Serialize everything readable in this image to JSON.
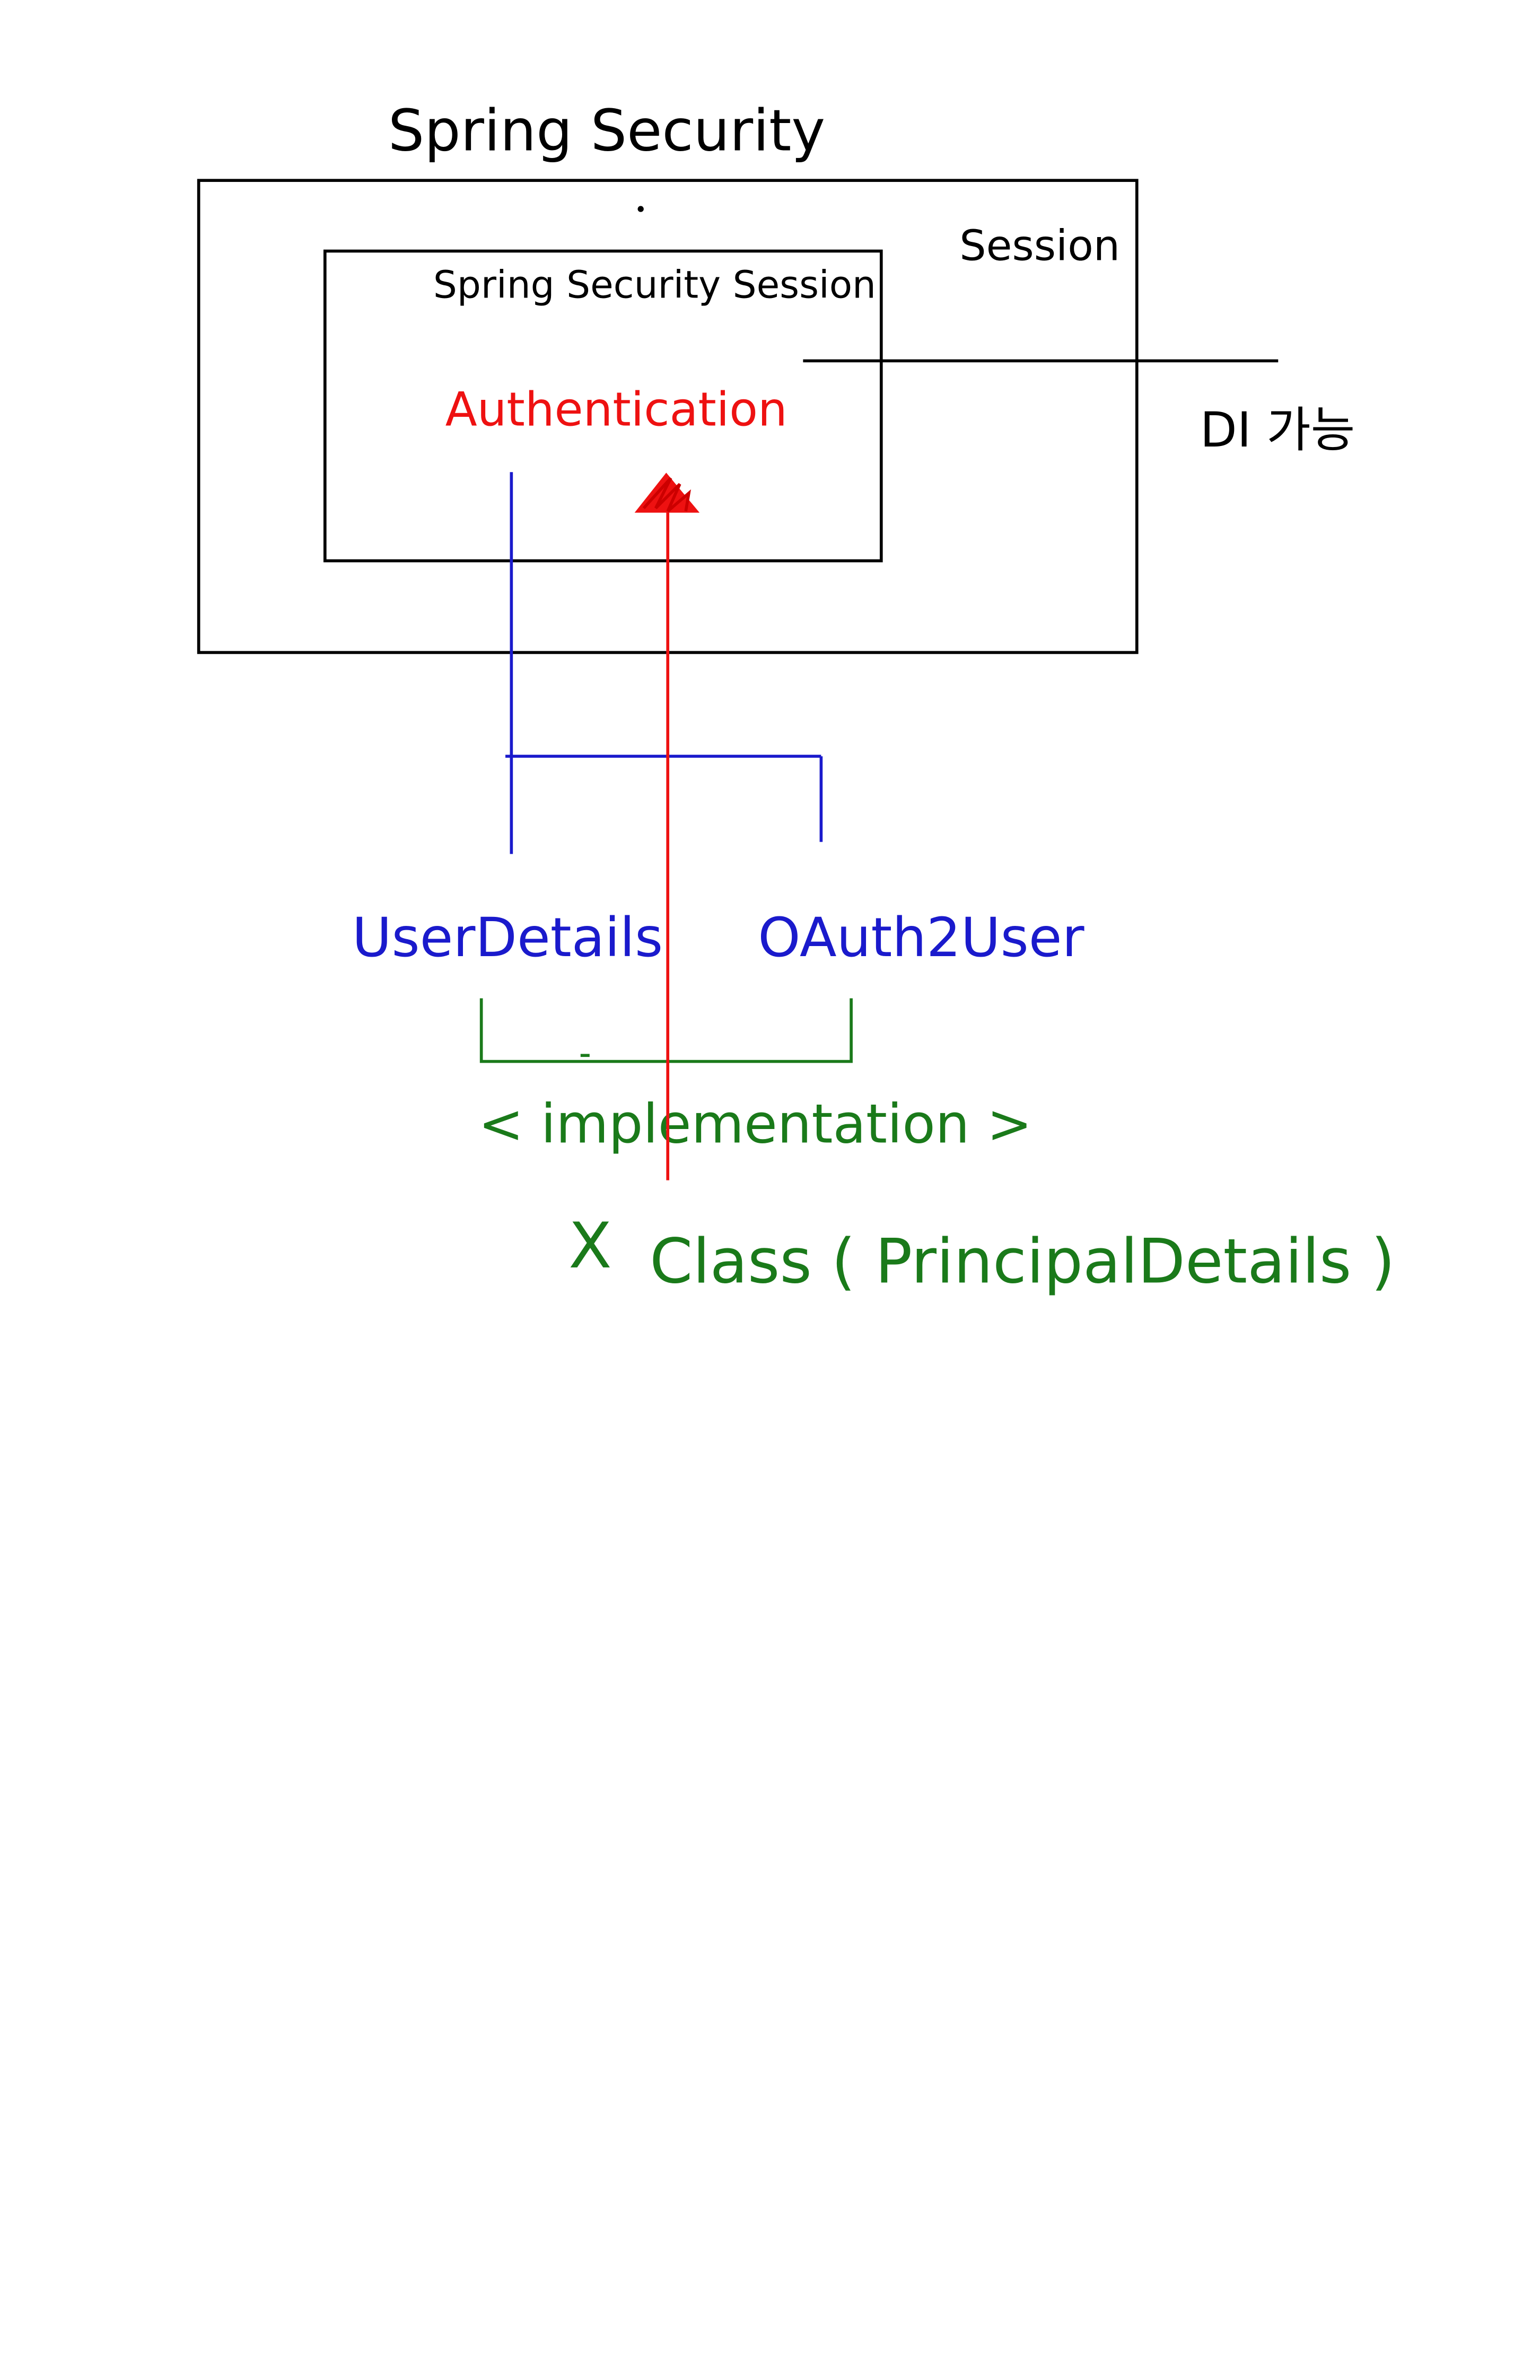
{
  "labels": {
    "title": "Spring Security",
    "session": "Session",
    "spring_security_session": "Spring Security Session",
    "authentication": "Authentication",
    "di": "DI 가능",
    "user_details": "UserDetails",
    "oauth2_user": "OAuth2User",
    "implementation": "< implementation >",
    "x_class": "X",
    "principal_details": "Class ( PrincipalDetails )"
  },
  "colors": {
    "black": "#000000",
    "blue": "#1a1acc",
    "red": "#ee1111",
    "green": "#1a7a1a"
  }
}
